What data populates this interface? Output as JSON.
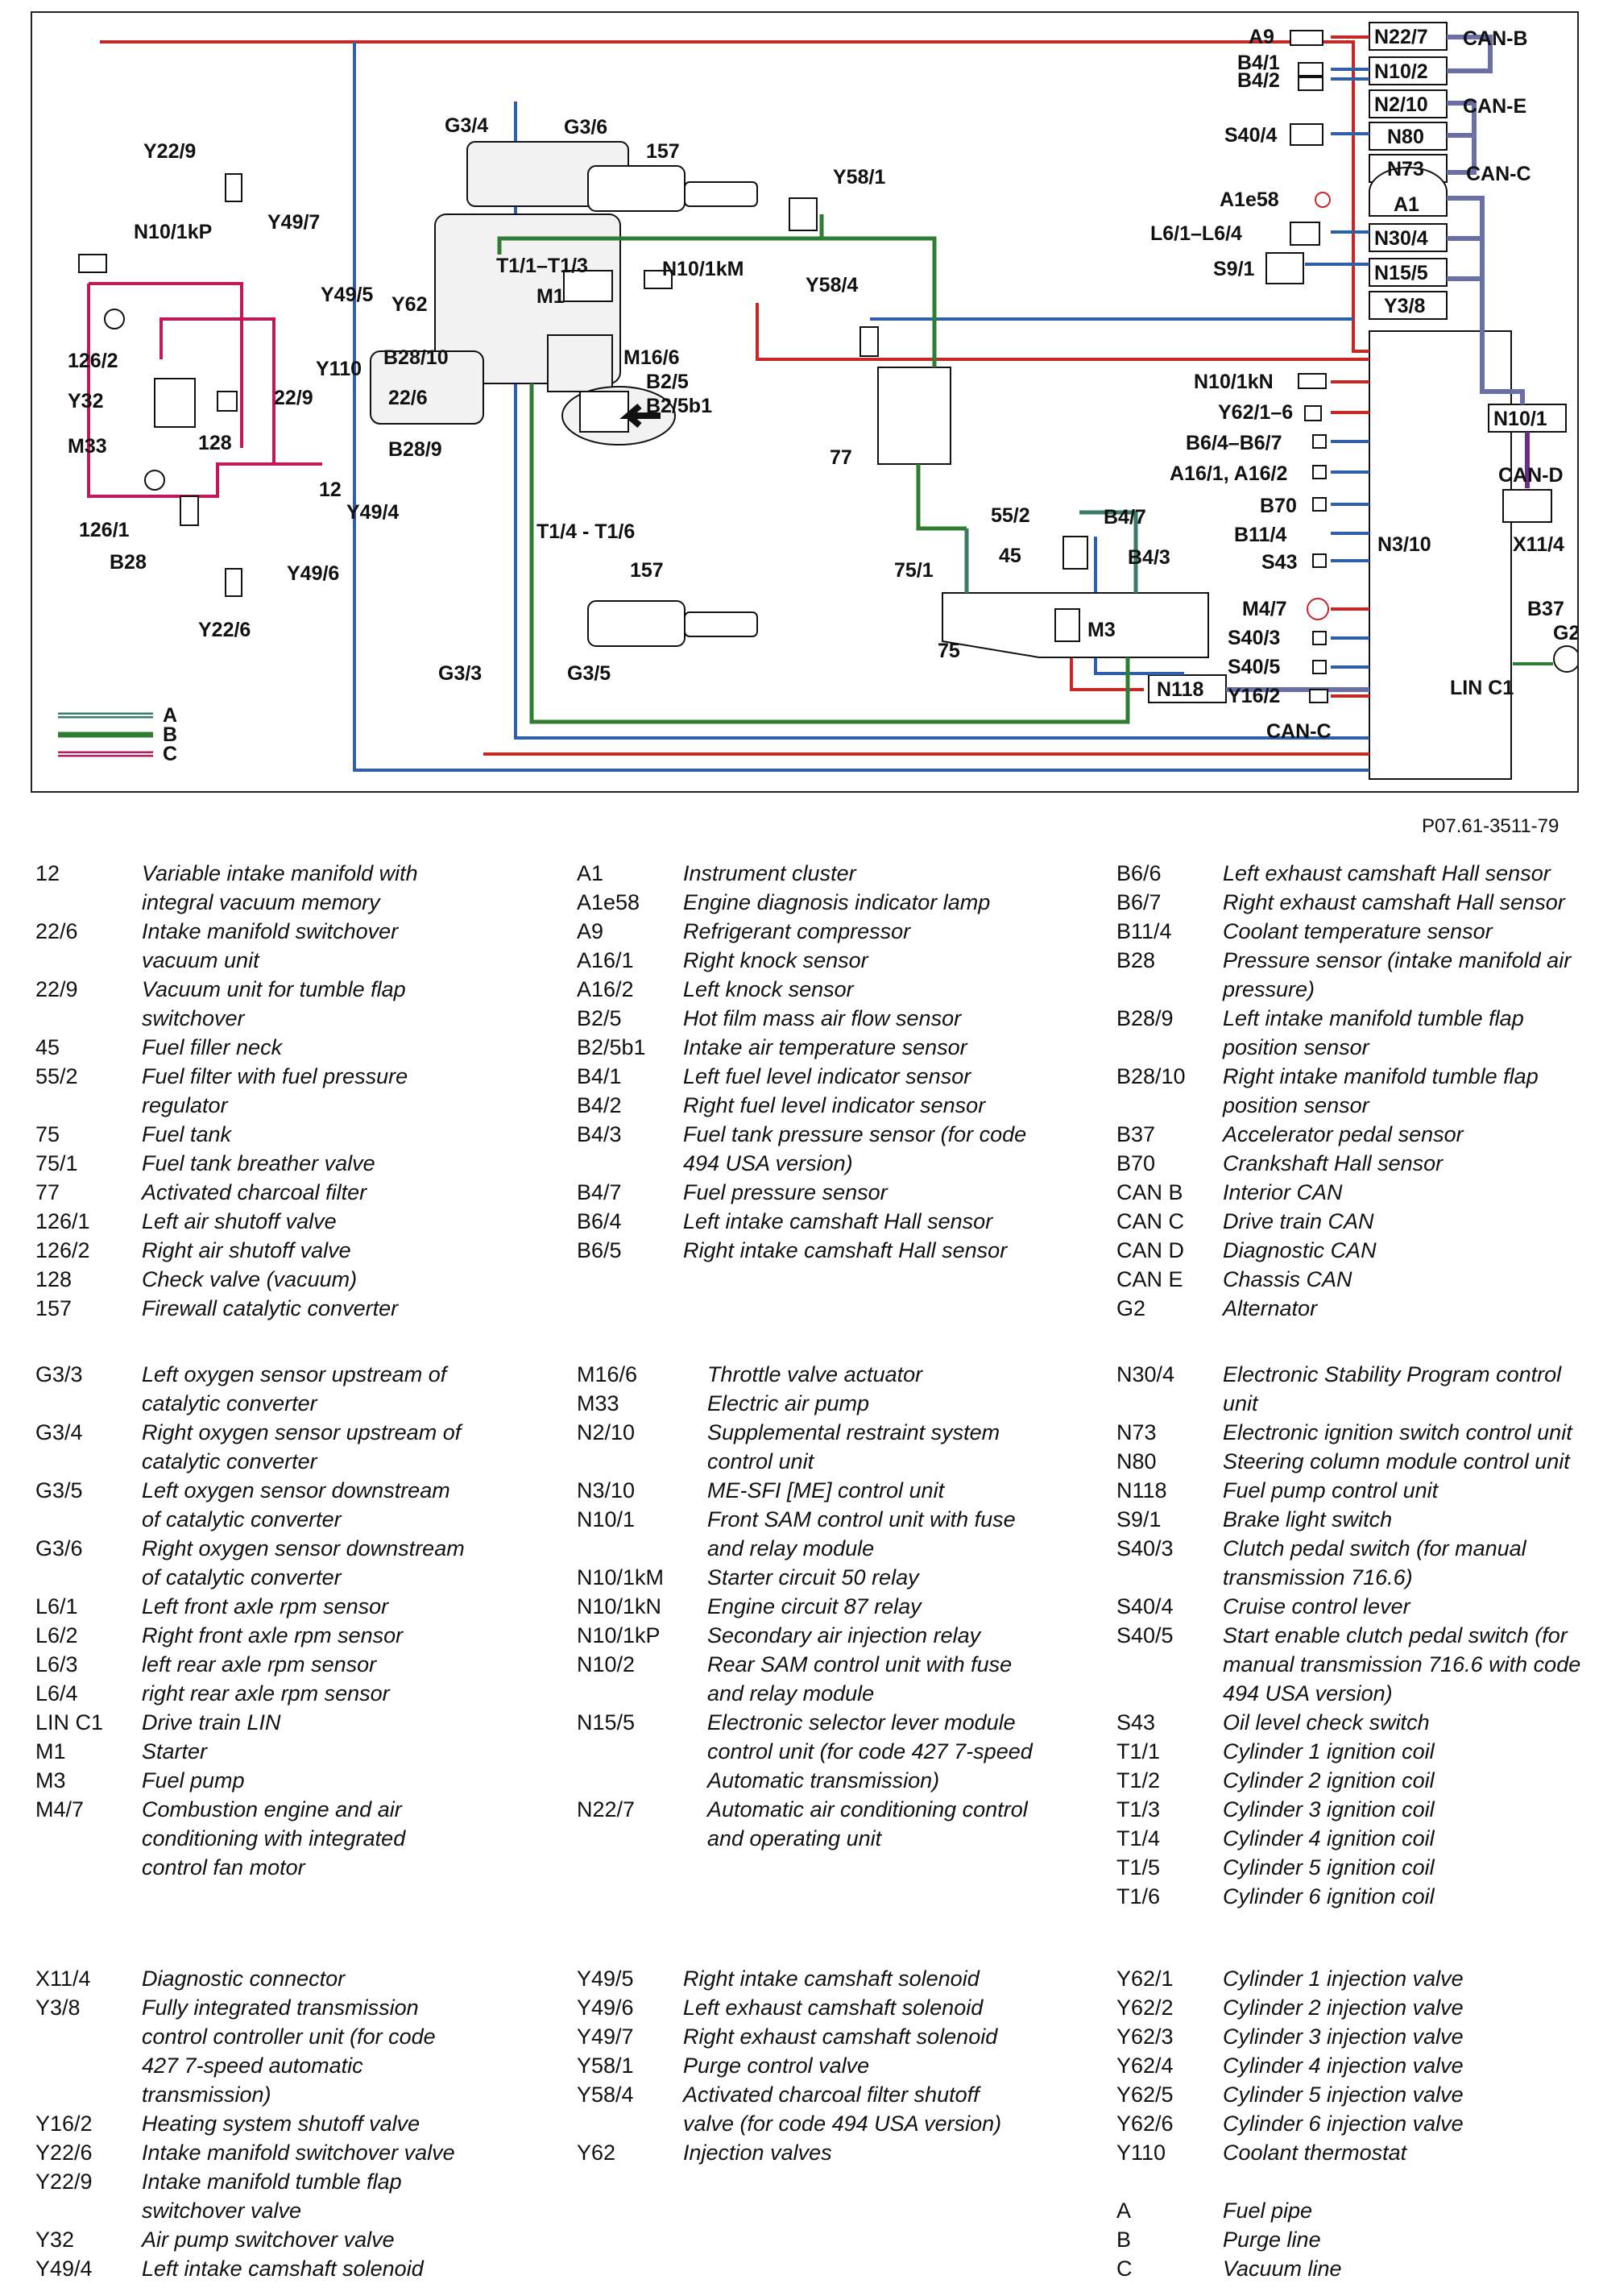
{
  "figure": {
    "reference": "P07.61-3511-79",
    "labels": {
      "a9": "A9",
      "n22_7": "N22/7",
      "can_b": "CAN-B",
      "b4_1": "B4/1",
      "b4_2": "B4/2",
      "n10_2": "N10/2",
      "n2_10": "N2/10",
      "can_e": "CAN-E",
      "s40_4": "S40/4",
      "n80": "N80",
      "n73": "N73",
      "can_c_top": "CAN-C",
      "a1e58": "A1e58",
      "a1": "A1",
      "l6": "L6/1–L6/4",
      "n30_4": "N30/4",
      "s9_1": "S9/1",
      "n15_5": "N15/5",
      "y3_8": "Y3/8",
      "n10_1kn": "N10/1kN",
      "y62_16": "Y62/1–6",
      "b64_b67": "B6/4–B6/7",
      "a161": "A16/1, A16/2",
      "n10_1": "N10/1",
      "can_d": "CAN-D",
      "b70": "B70",
      "b11_4": "B11/4",
      "x11_4": "X11/4",
      "s43": "S43",
      "n3_10": "N3/10",
      "m4_7": "M4/7",
      "b37": "B37",
      "s40_3": "S40/3",
      "s40_5": "S40/5",
      "g2": "G2",
      "y16_2": "Y16/2",
      "lin_c1": "LIN C1",
      "n118": "N118",
      "can_c_bottom": "CAN-C",
      "y22_9": "Y22/9",
      "g3_4": "G3/4",
      "g3_6": "G3/6",
      "c157_top": "157",
      "y58_1": "Y58/1",
      "n10_1kp": "N10/1kP",
      "y49_7": "Y49/7",
      "t1_13": "T1/1–T1/3",
      "n10_1km": "N10/1kM",
      "m1": "M1",
      "y58_4": "Y58/4",
      "y49_5": "Y49/5",
      "y62": "Y62",
      "b28_10": "B28/10",
      "m16_6": "M16/6",
      "b2_5": "B2/5",
      "b2_5b1": "B2/5b1",
      "c126_2": "126/2",
      "y110": "Y110",
      "c22_9": "22/9",
      "c22_6": "22/6",
      "y32": "Y32",
      "c128": "128",
      "m33": "M33",
      "b28_9": "B28/9",
      "c77": "77",
      "c12": "12",
      "c126_1": "126/1",
      "b28": "B28",
      "y49_4": "Y49/4",
      "t1_46": "T1/4 - T1/6",
      "c55_2": "55/2",
      "b4_7": "B4/7",
      "c45": "45",
      "c75_1": "75/1",
      "b4_3": "B4/3",
      "c157_bot": "157",
      "y49_6": "Y49/6",
      "y22_6": "Y22/6",
      "m3": "M3",
      "c75": "75",
      "g3_3": "G3/3",
      "g3_5": "G3/5",
      "key_a": "A",
      "key_b": "B",
      "key_c": "C"
    },
    "colors": {
      "fuel_line": "#3a7a6a",
      "purge_line": "#2e7d32",
      "vacuum_line": "#c2185b",
      "signal_red": "#c62828",
      "signal_blue": "#2f5fa8",
      "can_bus": "#6a6fa8",
      "can_d": "#6a2d8a",
      "lin": "#2e7d32"
    }
  },
  "legend": {
    "col1a": [
      {
        "code": "12",
        "desc": "Variable intake manifold with integral vacuum memory"
      },
      {
        "code": "22/6",
        "desc": "Intake manifold switchover vacuum unit"
      },
      {
        "code": "22/9",
        "desc": "Vacuum unit for tumble flap switchover"
      },
      {
        "code": "45",
        "desc": "Fuel filler neck"
      },
      {
        "code": "55/2",
        "desc": "Fuel filter with fuel pressure regulator"
      },
      {
        "code": "75",
        "desc": "Fuel tank"
      },
      {
        "code": "75/1",
        "desc": "Fuel tank breather valve"
      },
      {
        "code": "77",
        "desc": "Activated charcoal filter"
      },
      {
        "code": "126/1",
        "desc": "Left air shutoff valve"
      },
      {
        "code": "126/2",
        "desc": "Right air shutoff valve"
      },
      {
        "code": "128",
        "desc": "Check valve (vacuum)"
      },
      {
        "code": "157",
        "desc": "Firewall catalytic converter"
      }
    ],
    "col1b": [
      {
        "code": "G3/3",
        "desc": "Left oxygen sensor upstream of catalytic converter"
      },
      {
        "code": "G3/4",
        "desc": "Right oxygen sensor upstream of catalytic converter"
      },
      {
        "code": "G3/5",
        "desc": "Left oxygen sensor downstream of catalytic converter"
      },
      {
        "code": "G3/6",
        "desc": "Right oxygen sensor downstream of catalytic converter"
      },
      {
        "code": "L6/1",
        "desc": "Left front axle rpm sensor"
      },
      {
        "code": "L6/2",
        "desc": "Right front axle rpm sensor"
      },
      {
        "code": "L6/3",
        "desc": "left rear axle rpm sensor"
      },
      {
        "code": "L6/4",
        "desc": "right rear axle rpm sensor"
      },
      {
        "code": "LIN C1",
        "desc": "Drive train LIN"
      },
      {
        "code": "M1",
        "desc": "Starter"
      },
      {
        "code": "M3",
        "desc": "Fuel pump"
      },
      {
        "code": "M4/7",
        "desc": "Combustion engine and air conditioning with integrated control fan motor"
      }
    ],
    "col1c": [
      {
        "code": "X11/4",
        "desc": "Diagnostic connector"
      },
      {
        "code": "Y3/8",
        "desc": "Fully integrated transmission control controller unit (for code 427 7-speed automatic transmission)"
      },
      {
        "code": "Y16/2",
        "desc": "Heating system shutoff valve"
      },
      {
        "code": "Y22/6",
        "desc": "Intake manifold switchover valve"
      },
      {
        "code": "Y22/9",
        "desc": "Intake manifold tumble flap switchover valve"
      },
      {
        "code": "Y32",
        "desc": "Air pump switchover valve"
      },
      {
        "code": "Y49/4",
        "desc": "Left intake camshaft solenoid"
      }
    ],
    "col2a": [
      {
        "code": "A1",
        "desc": "Instrument cluster"
      },
      {
        "code": "A1e58",
        "desc": "Engine diagnosis indicator lamp"
      },
      {
        "code": "A9",
        "desc": "Refrigerant compressor"
      },
      {
        "code": "A16/1",
        "desc": "Right knock sensor"
      },
      {
        "code": "A16/2",
        "desc": "Left knock sensor"
      },
      {
        "code": "B2/5",
        "desc": "Hot film mass air flow sensor"
      },
      {
        "code": "B2/5b1",
        "desc": "Intake air temperature sensor"
      },
      {
        "code": "B4/1",
        "desc": "Left fuel level indicator sensor"
      },
      {
        "code": "B4/2",
        "desc": "Right fuel level indicator sensor"
      },
      {
        "code": "B4/3",
        "desc": "Fuel tank pressure sensor (for code 494 USA version)"
      },
      {
        "code": "B4/7",
        "desc": "Fuel pressure sensor"
      },
      {
        "code": "B6/4",
        "desc": "Left intake camshaft Hall sensor"
      },
      {
        "code": "B6/5",
        "desc": "Right intake camshaft Hall sensor"
      }
    ],
    "col2b": [
      {
        "code": "M16/6",
        "desc": "Throttle valve actuator"
      },
      {
        "code": "M33",
        "desc": "Electric air pump"
      },
      {
        "code": "N2/10",
        "desc": "Supplemental restraint system control unit"
      },
      {
        "code": "N3/10",
        "desc": "ME-SFI [ME] control unit"
      },
      {
        "code": "N10/1",
        "desc": "Front SAM control unit with fuse and relay module"
      },
      {
        "code": "N10/1kM",
        "desc": "Starter circuit 50 relay"
      },
      {
        "code": "N10/1kN",
        "desc": "Engine circuit 87 relay"
      },
      {
        "code": "N10/1kP",
        "desc": "Secondary air injection relay"
      },
      {
        "code": "N10/2",
        "desc": "Rear SAM control unit with fuse and relay module"
      },
      {
        "code": "N15/5",
        "desc": "Electronic selector lever module control unit (for code 427 7-speed Automatic transmission)"
      },
      {
        "code": "N22/7",
        "desc": "Automatic air conditioning control and operating unit"
      }
    ],
    "col2c": [
      {
        "code": "Y49/5",
        "desc": "Right intake camshaft solenoid"
      },
      {
        "code": "Y49/6",
        "desc": "Left exhaust camshaft solenoid"
      },
      {
        "code": "Y49/7",
        "desc": "Right exhaust camshaft solenoid"
      },
      {
        "code": "Y58/1",
        "desc": "Purge control valve"
      },
      {
        "code": "Y58/4",
        "desc": "Activated charcoal filter shutoff valve (for code 494 USA version)"
      },
      {
        "code": "Y62",
        "desc": "Injection valves"
      }
    ],
    "col3a": [
      {
        "code": "B6/6",
        "desc": "Left exhaust camshaft Hall sensor"
      },
      {
        "code": "B6/7",
        "desc": "Right exhaust camshaft Hall sensor"
      },
      {
        "code": "B11/4",
        "desc": "Coolant temperature sensor"
      },
      {
        "code": "B28",
        "desc": "Pressure sensor (intake manifold air pressure)"
      },
      {
        "code": "B28/9",
        "desc": "Left intake manifold tumble flap position sensor"
      },
      {
        "code": "B28/10",
        "desc": "Right intake manifold tumble flap position sensor"
      },
      {
        "code": "B37",
        "desc": "Accelerator pedal sensor"
      },
      {
        "code": "B70",
        "desc": "Crankshaft Hall sensor"
      },
      {
        "code": "CAN B",
        "desc": "Interior CAN"
      },
      {
        "code": "CAN C",
        "desc": "Drive train CAN"
      },
      {
        "code": "CAN D",
        "desc": "Diagnostic CAN"
      },
      {
        "code": "CAN E",
        "desc": "Chassis CAN"
      },
      {
        "code": "G2",
        "desc": "Alternator"
      }
    ],
    "col3b": [
      {
        "code": "N30/4",
        "desc": "Electronic Stability Program control unit"
      },
      {
        "code": "N73",
        "desc": "Electronic ignition switch control unit"
      },
      {
        "code": "N80",
        "desc": "Steering column module control unit"
      },
      {
        "code": "N118",
        "desc": "Fuel pump control unit"
      },
      {
        "code": "S9/1",
        "desc": "Brake light switch"
      },
      {
        "code": "S40/3",
        "desc": "Clutch pedal switch (for manual transmission 716.6)"
      },
      {
        "code": "S40/4",
        "desc": "Cruise control lever"
      },
      {
        "code": "S40/5",
        "desc": "Start enable clutch pedal switch (for manual transmission 716.6 with code 494 USA version)"
      },
      {
        "code": "S43",
        "desc": "Oil level check switch"
      },
      {
        "code": "T1/1",
        "desc": "Cylinder 1 ignition coil"
      },
      {
        "code": "T1/2",
        "desc": "Cylinder 2 ignition coil"
      },
      {
        "code": "T1/3",
        "desc": "Cylinder 3 ignition coil"
      },
      {
        "code": "T1/4",
        "desc": "Cylinder 4 ignition coil"
      },
      {
        "code": "T1/5",
        "desc": "Cylinder 5 ignition coil"
      },
      {
        "code": "T1/6",
        "desc": "Cylinder 6 ignition coil"
      }
    ],
    "col3c": [
      {
        "code": "Y62/1",
        "desc": "Cylinder 1 injection valve"
      },
      {
        "code": "Y62/2",
        "desc": "Cylinder 2 injection valve"
      },
      {
        "code": "Y62/3",
        "desc": "Cylinder 3 injection valve"
      },
      {
        "code": "Y62/4",
        "desc": "Cylinder 4 injection valve"
      },
      {
        "code": "Y62/5",
        "desc": "Cylinder 5 injection valve"
      },
      {
        "code": "Y62/6",
        "desc": "Cylinder 6 injection valve"
      },
      {
        "code": "Y110",
        "desc": "Coolant thermostat"
      }
    ],
    "col3d": [
      {
        "code": "A",
        "desc": "Fuel pipe"
      },
      {
        "code": "B",
        "desc": "Purge line"
      },
      {
        "code": "C",
        "desc": "Vacuum line"
      }
    ]
  }
}
